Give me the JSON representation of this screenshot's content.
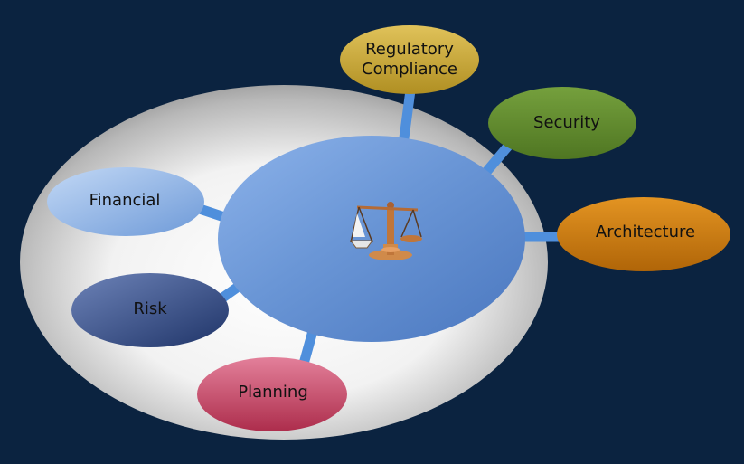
{
  "diagram": {
    "center": {
      "icon": "balance-scale-icon"
    },
    "nodes": [
      {
        "id": "regulatory-compliance",
        "lines": [
          "Regulatory",
          "Compliance"
        ],
        "color": "#c9a93a"
      },
      {
        "id": "security",
        "lines": [
          "Security"
        ],
        "color": "#5f8a2e"
      },
      {
        "id": "architecture",
        "lines": [
          "Architecture"
        ],
        "color": "#c9780f"
      },
      {
        "id": "financial",
        "lines": [
          "Financial"
        ],
        "color": "#8fb4e6"
      },
      {
        "id": "risk",
        "lines": [
          "Risk"
        ],
        "color": "#34497f"
      },
      {
        "id": "planning",
        "lines": [
          "Planning"
        ],
        "color": "#c24d6a"
      }
    ]
  },
  "theme": {
    "background": "#0b2340",
    "center_fill": "#6f9ad8",
    "connector": "#4f8fdc"
  }
}
